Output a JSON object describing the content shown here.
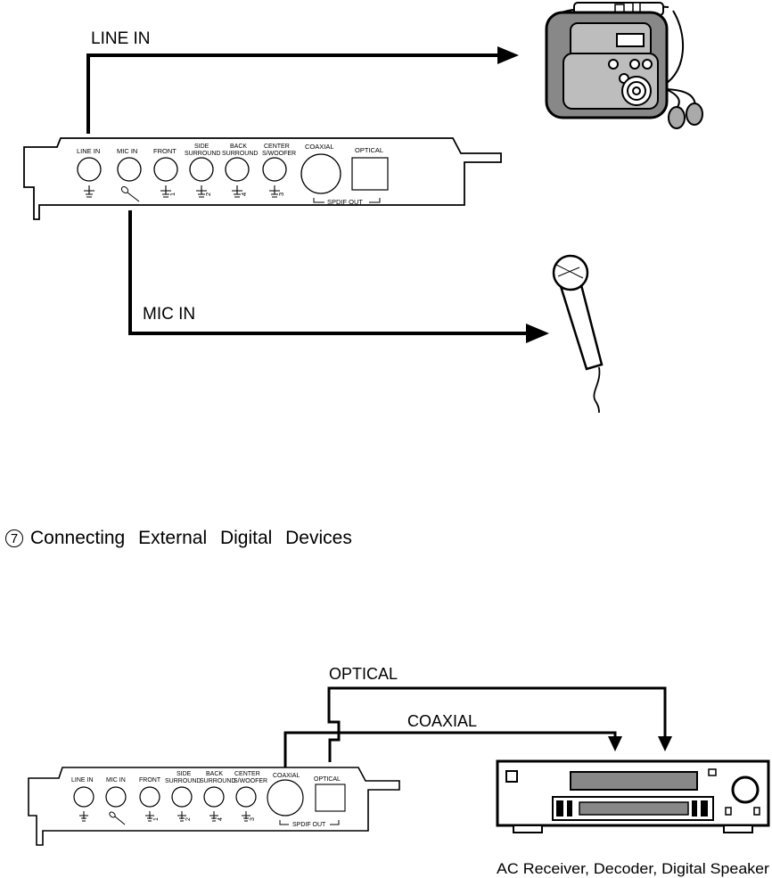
{
  "section": {
    "number": "7",
    "title": "Connecting External Digital Devices"
  },
  "diagram_top": {
    "line_in_label": "LINE IN",
    "mic_in_label": "MIC IN",
    "devices": [
      "portable-music-player-icon",
      "microphone-icon"
    ]
  },
  "diagram_bottom": {
    "optical_label": "OPTICAL",
    "coaxial_label": "COAXIAL",
    "receiver_caption": "AC Receiver, Decoder, Digital Speaker",
    "devices": [
      "av-receiver-icon"
    ]
  },
  "card_panel": {
    "line_in": "LINE IN",
    "mic_in": "MIC IN",
    "front": "FRONT",
    "side_1": "SIDE",
    "side_2": "SURROUND",
    "back_1": "BACK",
    "back_2": "SURROUND",
    "center_1": "CENTER",
    "center_2": "S/WOOFER",
    "coaxial": "COAXIAL",
    "optical": "OPTICAL",
    "spdif": "SPDIF OUT",
    "num_front": "1",
    "num_side": "2",
    "num_back": "4",
    "num_center": "3"
  }
}
